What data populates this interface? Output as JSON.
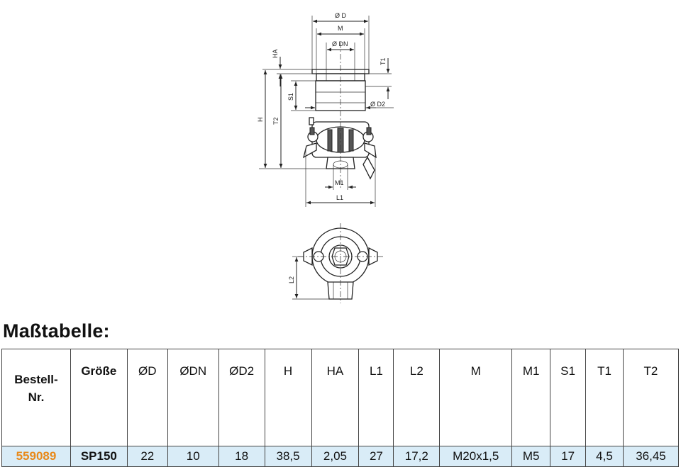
{
  "drawing": {
    "labels": {
      "d": "Ø D",
      "m": "M",
      "dn": "Ø DN",
      "ha": "HA",
      "t1": "T1",
      "s1": "S1",
      "d2": "Ø D2",
      "h": "H",
      "t2": "T2",
      "m1": "M1",
      "l1": "L1",
      "l2": "L2"
    }
  },
  "section_title": "Maßtabelle:",
  "table": {
    "headers": [
      {
        "key": "bestell_nr",
        "label_line1": "Bestell-",
        "label_line2": "Nr."
      },
      {
        "key": "groesse",
        "label": "Größe"
      },
      {
        "key": "d",
        "label": "ØD"
      },
      {
        "key": "dn",
        "label": "ØDN"
      },
      {
        "key": "d2",
        "label": "ØD2"
      },
      {
        "key": "h",
        "label": "H"
      },
      {
        "key": "ha",
        "label": "HA"
      },
      {
        "key": "l1",
        "label": "L1"
      },
      {
        "key": "l2",
        "label": "L2"
      },
      {
        "key": "m",
        "label": "M"
      },
      {
        "key": "m1",
        "label": "M1"
      },
      {
        "key": "s1",
        "label": "S1"
      },
      {
        "key": "t1",
        "label": "T1"
      },
      {
        "key": "t2",
        "label": "T2"
      }
    ],
    "rows": [
      {
        "bestell_nr": "559089",
        "groesse": "SP150",
        "d": "22",
        "dn": "10",
        "d2": "18",
        "h": "38,5",
        "ha": "2,05",
        "l1": "27",
        "l2": "17,2",
        "m": "M20x1,5",
        "m1": "M5",
        "s1": "17",
        "t1": "4,5",
        "t2": "36,45"
      }
    ],
    "colors": {
      "row_background": "#d9ecf7",
      "order_number": "#e8891a",
      "border": "#444444"
    }
  }
}
